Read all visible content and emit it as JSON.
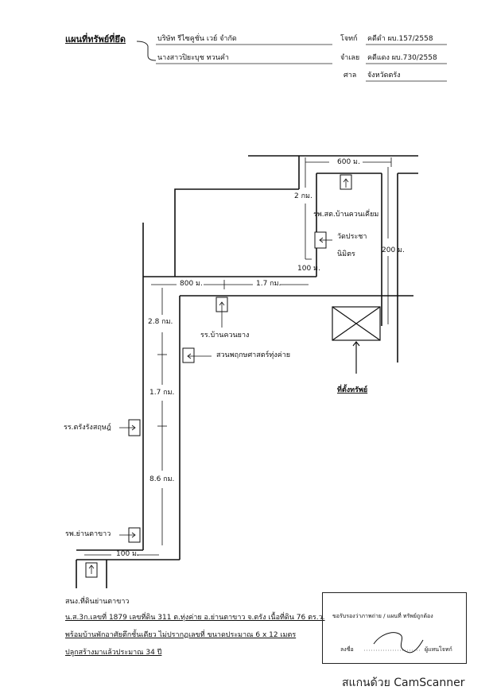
{
  "header": {
    "title": "แผนที่ทรัพย์ที่ยึด",
    "plaintiff_name": "บริษัท รีไซคูชั่น เวย์ จำกัด",
    "defendant_name": "นางสาวปิยะบุช ทวนคำ",
    "plaintiff_label": "โจทก์",
    "plaintiff_case": "คดีดำ ผบ.157/2558",
    "defendant_label": "จำเลย",
    "defendant_case": "คดีแดง ผบ.730/2558",
    "court_label": "ศาล",
    "court_name": "จังหวัดตรัง"
  },
  "map": {
    "dist_600": "600 ม.",
    "dist_2km": "2 กม.",
    "dist_200": "200 ม.",
    "dist_100_top": "100 ม.",
    "dist_800": "800 ม.",
    "dist_1_7_top": "1.7 กม.",
    "dist_2_8": "2.8 กม.",
    "dist_1_7_mid": "1.7 กม.",
    "dist_8_6": "8.6 กม.",
    "dist_100_bottom": "100 ม.",
    "label_hospital_top": "รพ.สต.บ้านควนเคี่ยม",
    "label_temple": "วัดประชานิมิตร",
    "label_school_kuanyang": "รร.บ้านควนยาง",
    "label_garden": "สวนพฤกษศาสตร์ทุ่งค่าย",
    "label_school_trang": "รร.ตรังรังสฤษฎ์",
    "label_hospital_bottom": "รพ.ย่านตาขาว",
    "label_property": "ที่ตั้งทรัพย์"
  },
  "footer": {
    "district_office": "สนง.ที่ดินย่านตาขาว",
    "line1": "น.ส.3ก.เลขที่ 1879 เลขที่ดิน 311 ต.ทุ่งค่าย อ.ย่านตาขาว จ.ตรัง เนื้อที่ดิน 76 ตร.ว.",
    "line2": "พร้อมบ้านพักอาศัยตึกชั้นเดียว ไม่ปรากฏเลขที่ ขนาดประมาณ 6 x 12 เมตร",
    "line3": "ปลูกสร้างมาแล้วประมาณ 34 ปี"
  },
  "certification": {
    "statement": "ขอรับรองว่าภาพถ่าย / แผนที่ ทรัพย์ถูกต้อง",
    "signature_label": "ลงชื่อ",
    "role": "ผู้แทนโจทก์"
  },
  "brand": "สแกนด้วย CamScanner"
}
